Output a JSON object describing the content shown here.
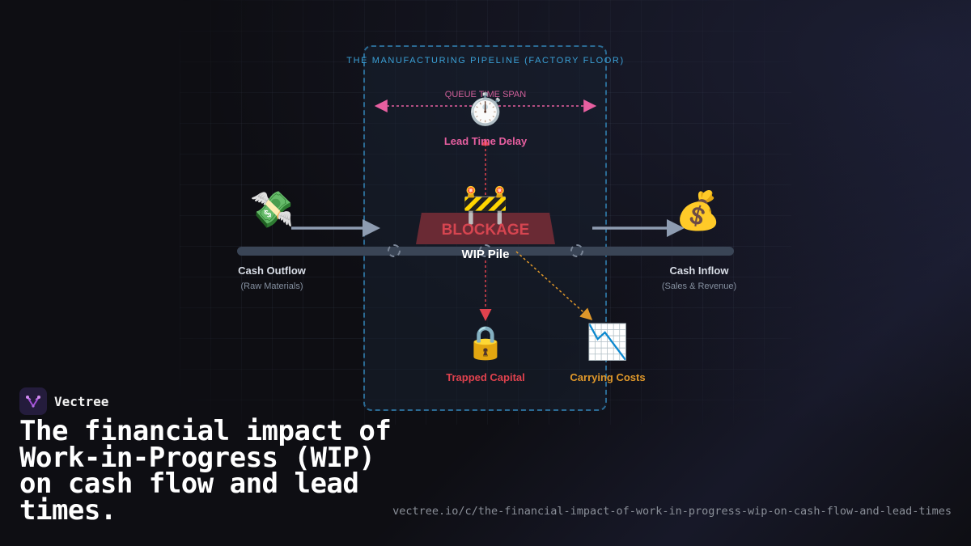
{
  "diagram": {
    "pipeline_title": "THE MANUFACTURING PIPELINE (FACTORY FLOOR)",
    "queue_span_label": "QUEUE TIME SPAN",
    "lead_time": {
      "icon": "stopwatch-icon",
      "glyph": "⏱️",
      "label": "Lead Time Delay"
    },
    "outflow": {
      "icon": "money-with-wings-icon",
      "glyph": "💸",
      "label": "Cash Outflow",
      "sub": "(Raw Materials)"
    },
    "inflow": {
      "icon": "money-bag-icon",
      "glyph": "💰",
      "label": "Cash Inflow",
      "sub": "(Sales & Revenue)"
    },
    "blockage": {
      "icon": "construction-barrier-icon",
      "glyph": "🚧",
      "label": "BLOCKAGE",
      "sub": "WIP Pile"
    },
    "trapped": {
      "icon": "lock-icon",
      "glyph": "🔒",
      "label": "Trapped Capital"
    },
    "carrying": {
      "icon": "chart-decreasing-icon",
      "glyph": "📉",
      "label": "Carrying Costs"
    },
    "colors": {
      "pipeline_border": "#2b6a93",
      "pipeline_title": "#3aa0d6",
      "queue": "#e75fa0",
      "trapped": "#e0424e",
      "carrying": "#e0982a",
      "arrows": "#8e9cb1"
    }
  },
  "brand": {
    "name": "Vectree"
  },
  "headline": "The financial impact of Work-in-Progress (WIP) on cash flow and lead times.",
  "url": "vectree.io/c/the-financial-impact-of-work-in-progress-wip-on-cash-flow-and-lead-times"
}
